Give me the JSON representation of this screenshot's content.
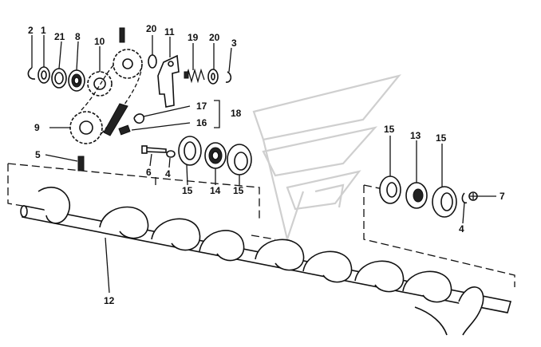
{
  "diagram": {
    "callouts": [
      {
        "id": "c2a",
        "text": "2"
      },
      {
        "id": "c1",
        "text": "1"
      },
      {
        "id": "c21",
        "text": "21"
      },
      {
        "id": "c8",
        "text": "8"
      },
      {
        "id": "c10",
        "text": "10"
      },
      {
        "id": "c20a",
        "text": "20"
      },
      {
        "id": "c11",
        "text": "11"
      },
      {
        "id": "c19",
        "text": "19"
      },
      {
        "id": "c20b",
        "text": "20"
      },
      {
        "id": "c3",
        "text": "3"
      },
      {
        "id": "c17",
        "text": "17"
      },
      {
        "id": "c18",
        "text": "18"
      },
      {
        "id": "c16",
        "text": "16"
      },
      {
        "id": "c9",
        "text": "9"
      },
      {
        "id": "c5",
        "text": "5"
      },
      {
        "id": "c6",
        "text": "6"
      },
      {
        "id": "c4a",
        "text": "4"
      },
      {
        "id": "c15a",
        "text": "15"
      },
      {
        "id": "c14",
        "text": "14"
      },
      {
        "id": "c15b",
        "text": "15"
      },
      {
        "id": "c15c",
        "text": "15"
      },
      {
        "id": "c13",
        "text": "13"
      },
      {
        "id": "c15d",
        "text": "15"
      },
      {
        "id": "c7",
        "text": "7"
      },
      {
        "id": "c4b",
        "text": "4"
      },
      {
        "id": "c12",
        "text": "12"
      }
    ]
  }
}
